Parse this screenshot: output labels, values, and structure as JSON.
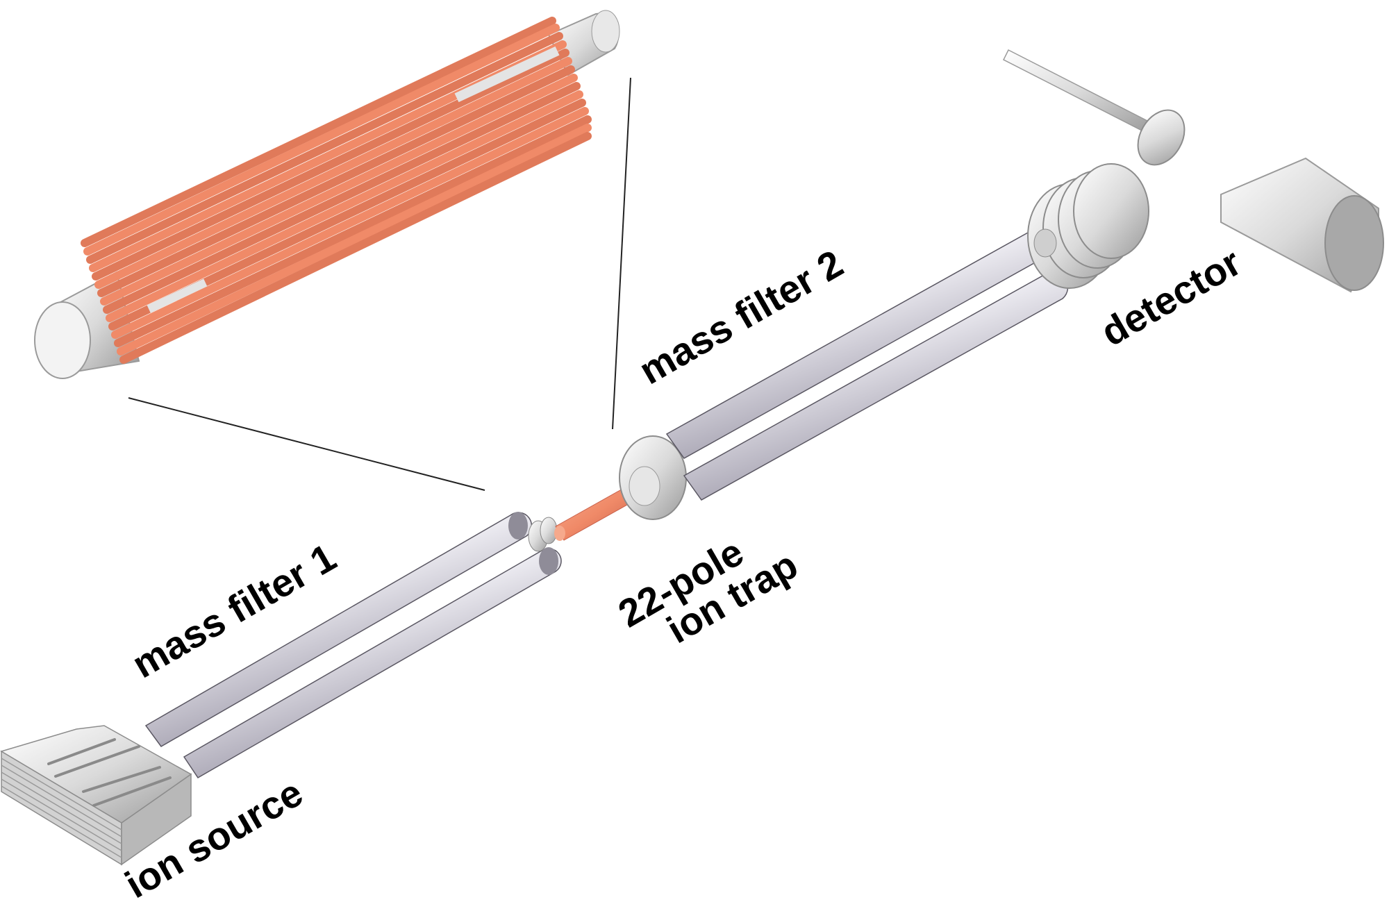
{
  "labels": {
    "mass_filter_1": "mass filter 1",
    "mass_filter_2": "mass filter 2",
    "trap_line1": "22-pole",
    "trap_line2": "ion trap",
    "ion_source": "ion source",
    "detector": "detector"
  },
  "colors": {
    "rod_light": "#ecebf1",
    "rod_mid": "#b3b0bd",
    "rod_dark": "#6d6a76",
    "copper": "#f08a68",
    "copper_dark": "#c9604a",
    "metal_light": "#f4f4f4",
    "metal_mid": "#cfcfcf",
    "metal_dark": "#8c8c8c",
    "text": "#000000"
  },
  "icons": {
    "ion_source": "stacked-plate-block",
    "detector": "cylinder-and-conversion-dynode"
  }
}
